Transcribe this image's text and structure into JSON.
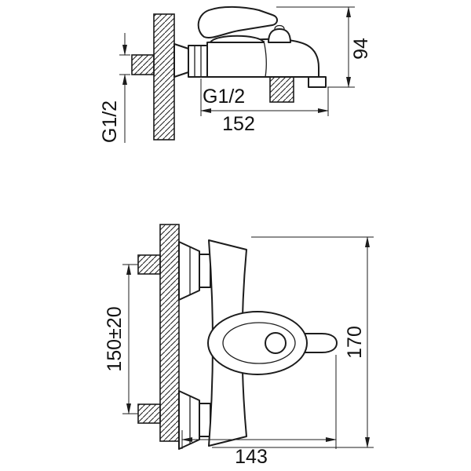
{
  "canvas": {
    "background": "#ffffff",
    "line_color": "#1c1c1c"
  },
  "side_view": {
    "dim_height": "94",
    "dim_projection": "152",
    "outlet_thread_label": "G1/2",
    "inlet_thread_label": "G1/2"
  },
  "front_view": {
    "hole_centers_dim": "150±20",
    "overall_height_dim": "170",
    "overall_width_dim": "143"
  }
}
